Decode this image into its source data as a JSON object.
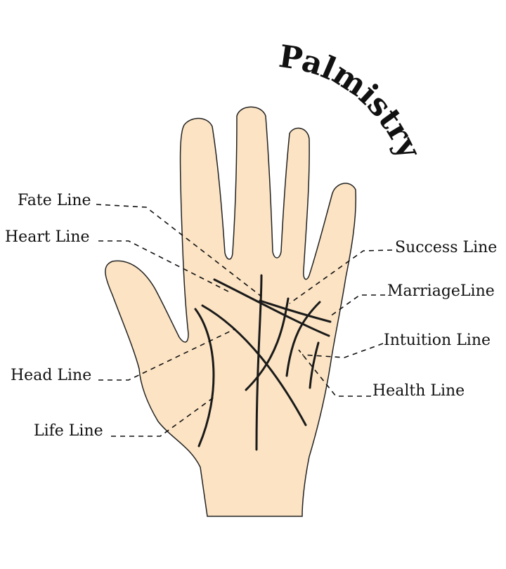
{
  "title": "Palmistry",
  "colors": {
    "skin": "#fbe3c3",
    "outline": "#222222",
    "crease": "#1a1a1a",
    "text": "#111111"
  },
  "labels": {
    "fate_line": "Fate Line",
    "heart_line": "Heart Line",
    "head_line": "Head Line",
    "life_line": "Life Line",
    "success_line": "Success Line",
    "marriage_line": "MarriageLine",
    "intuition_line": "Intuition Line",
    "health_line": "Health Line"
  }
}
